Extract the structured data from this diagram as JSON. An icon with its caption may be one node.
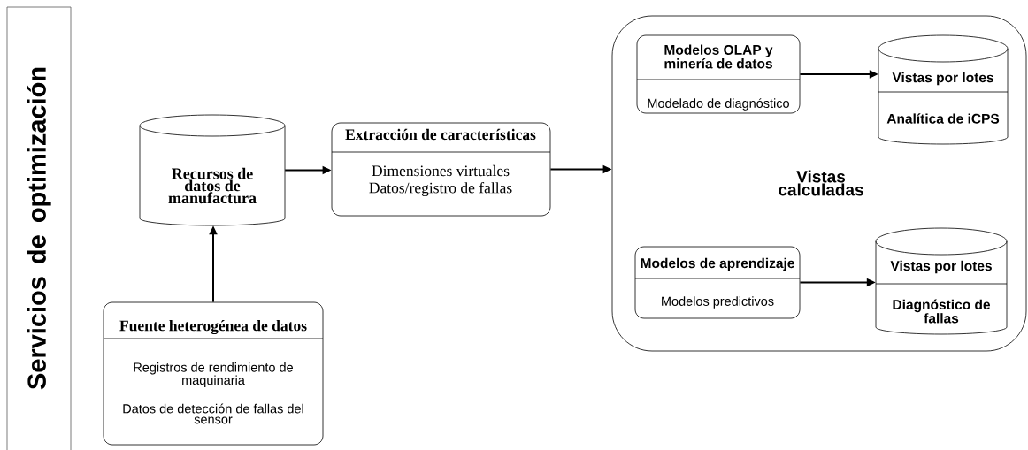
{
  "diagram": {
    "nodes": [
      {
        "text": [
          "Servicios de optimización"
        ]
      },
      {
        "text": [
          "Recursos de datos de manufactura"
        ]
      },
      {
        "text": [
          "Extracción de características",
          "Dimensiones virtuales",
          "Datos/registro de fallas"
        ]
      },
      {
        "text": [
          "Fuente heterogénea de datos",
          "Registros de rendimiento de maquinaria",
          "Datos de detección de fallas del sensor"
        ]
      },
      {
        "text": [
          "Vistas calculadas"
        ]
      },
      {
        "text": [
          "Modelos OLAP y minería de datos",
          "Modelado de diagnóstico"
        ],
        "in": 4
      },
      {
        "text": [
          "Vistas por lotes",
          "Analítica de iCPS"
        ],
        "in": 4
      },
      {
        "text": [
          "Modelos de aprendizaje",
          "Modelos predictivos"
        ],
        "in": 4
      },
      {
        "text": [
          "Vistas por lotes",
          "Diagnóstico de fallas"
        ],
        "in": 4
      }
    ],
    "edges": [
      {
        "from": 3,
        "to": 1,
        "arrow": "to"
      },
      {
        "from": 1,
        "to": 2,
        "arrow": "to"
      },
      {
        "from": 2,
        "to": 4,
        "arrow": "to"
      },
      {
        "from": 5,
        "to": 6,
        "arrow": "to"
      },
      {
        "from": 7,
        "to": 8,
        "arrow": "to"
      }
    ]
  }
}
